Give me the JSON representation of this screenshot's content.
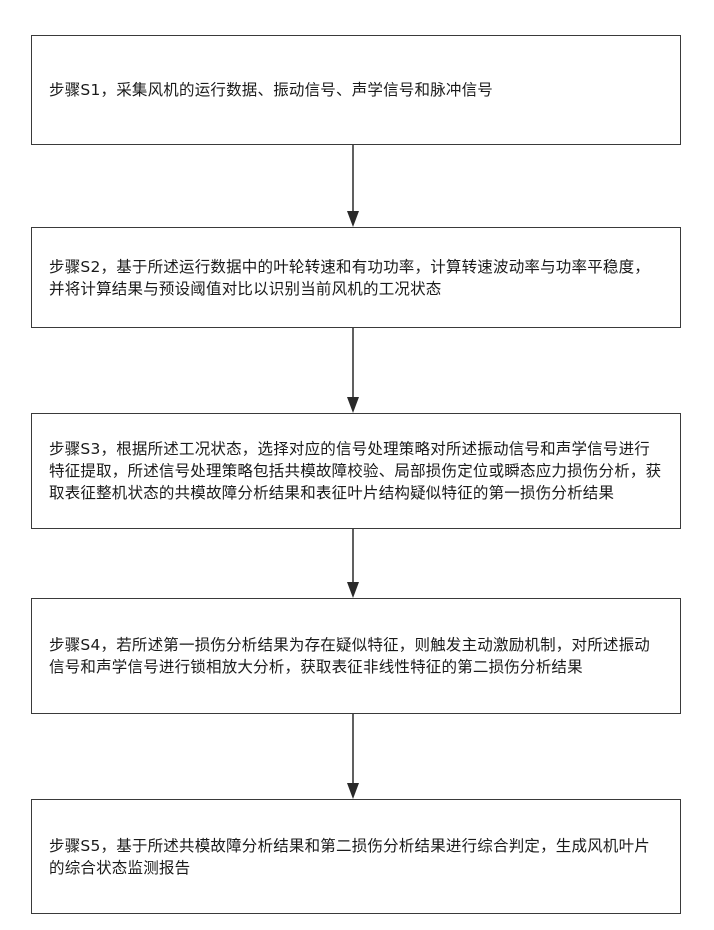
{
  "steps": [
    {
      "text": "步骤S1，采集风机的运行数据、振动信号、声学信号和脉冲信号"
    },
    {
      "text": "步骤S2，基于所述运行数据中的叶轮转速和有功功率，计算转速波动率与功率平稳度，并将计算结果与预设阈值对比以识别当前风机的工况状态"
    },
    {
      "text": "步骤S3，根据所述工况状态，选择对应的信号处理策略对所述振动信号和声学信号进行特征提取，所述信号处理策略包括共模故障校验、局部损伤定位或瞬态应力损伤分析，获取表征整机状态的共模故障分析结果和表征叶片结构疑似特征的第一损伤分析结果"
    },
    {
      "text": "步骤S4，若所述第一损伤分析结果为存在疑似特征，则触发主动激励机制，对所述振动信号和声学信号进行锁相放大分析，获取表征非线性特征的第二损伤分析结果"
    },
    {
      "text": "步骤S5，基于所述共模故障分析结果和第二损伤分析结果进行综合判定，生成风机叶片的综合状态监测报告"
    }
  ],
  "colors": {
    "border": "#3a3a3a",
    "arrow": "#2a2a2a",
    "text": "#1a1a1a"
  }
}
